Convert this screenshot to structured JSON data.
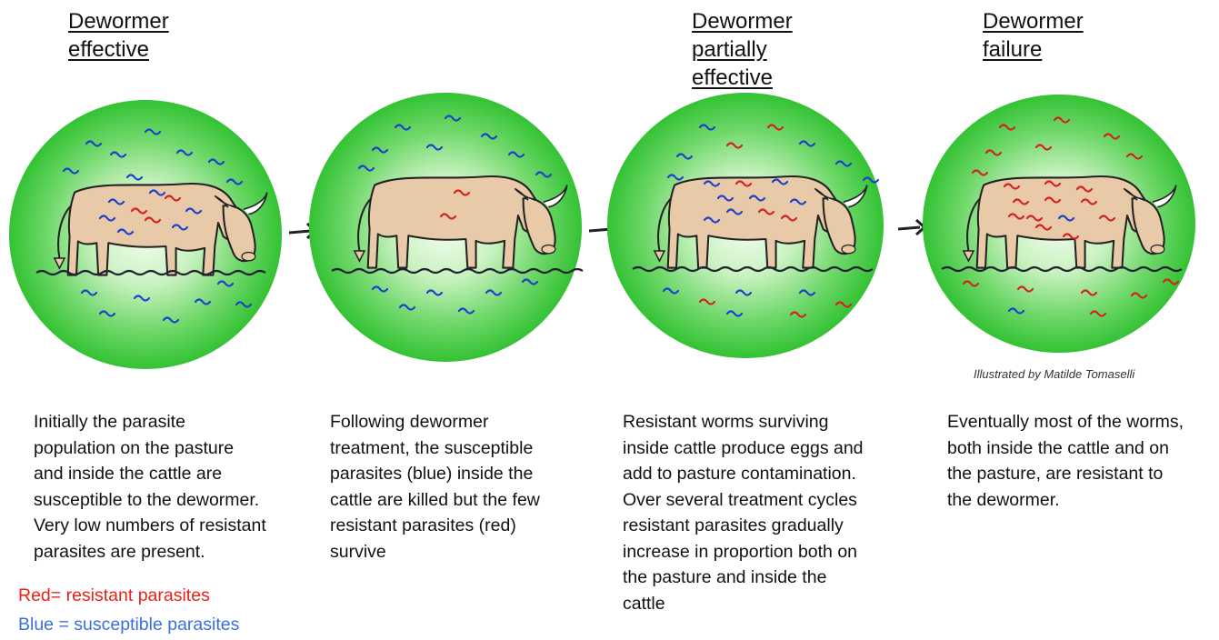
{
  "headings": [
    {
      "text": "Dewormer\neffective"
    },
    {
      "text": ""
    },
    {
      "text": "Dewormer\npartially\neffective"
    },
    {
      "text": "Dewormer\nfailure"
    }
  ],
  "descriptions": [
    "Initially the parasite\npopulation on the pasture\nand inside the cattle are\nsusceptible to the dewormer.\nVery low numbers of resistant\nparasites are present.",
    "Following dewormer\ntreatment, the susceptible\nparasites (blue) inside the\ncattle are killed but the few\nresistant parasites (red)\nsurvive",
    "Resistant worms surviving\ninside cattle produce eggs and\nadd to pasture contamination.\nOver several treatment cycles\nresistant parasites gradually\nincrease in proportion both on\nthe pasture and inside the\ncattle",
    "Eventually most of the worms,\nboth inside the cattle and on\nthe pasture, are resistant to\nthe dewormer."
  ],
  "credit": "Illustrated by Matilde Tomaselli",
  "legend": {
    "red_label": "Red= resistant parasites",
    "blue_label": "Blue = susceptible parasites",
    "red_color": "#e8231a",
    "blue_color": "#3a6fe0"
  },
  "colors": {
    "resistant": "#d62020",
    "susceptible": "#1d3fcf",
    "pasture": "#34c234",
    "cattle_body": "#e8c9a8"
  },
  "panels": [
    {
      "name": "panel-dewormer-effective",
      "stage": 1
    },
    {
      "name": "panel-after-treatment",
      "stage": 2
    },
    {
      "name": "panel-partially-effective",
      "stage": 3
    },
    {
      "name": "panel-dewormer-failure",
      "stage": 4
    }
  ]
}
